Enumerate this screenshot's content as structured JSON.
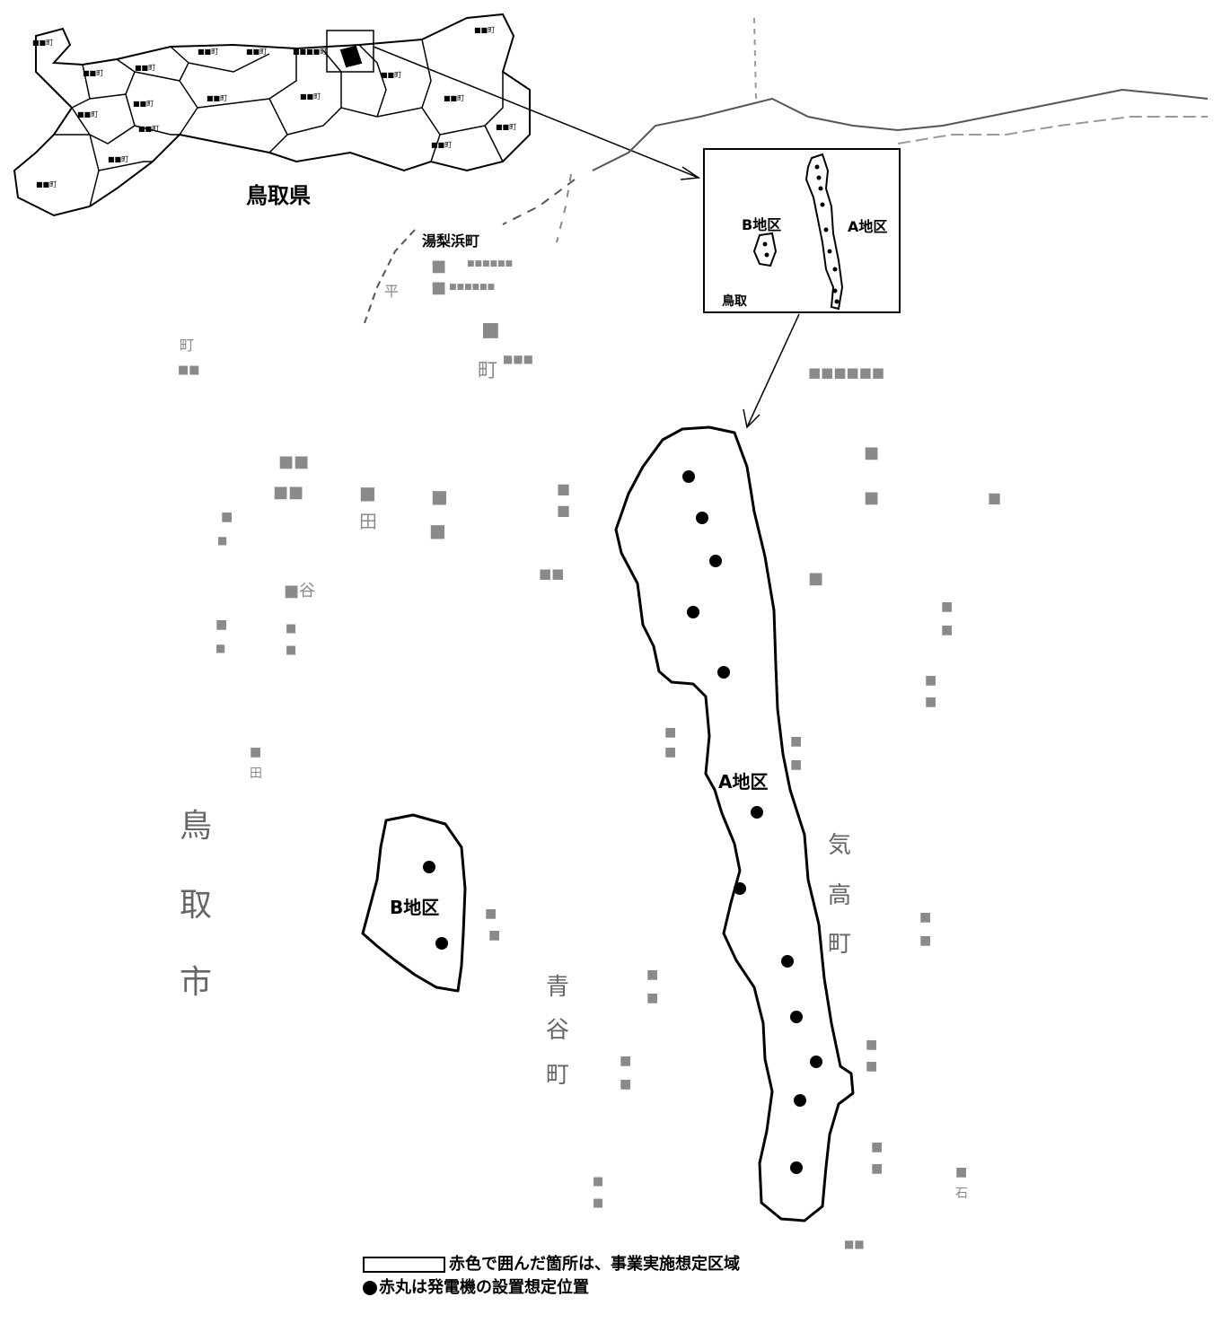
{
  "prefecture_label": "鳥取県",
  "inset_town_label": "湯梨浜町",
  "area_a_label": "A地区",
  "area_b_label": "B地区",
  "inset_place_label": "鳥取",
  "map_labels": {
    "tottori_city": [
      "鳥",
      "取",
      "市"
    ],
    "aoya_town": [
      "青",
      "谷",
      "町"
    ],
    "ketaka_town": [
      "気",
      "高",
      "町"
    ]
  },
  "legend": {
    "area_text": "赤色で囲んだ箇所は、事業実施想定区域",
    "marker_text": "赤丸は発電機の設置想定位置"
  },
  "colors": {
    "outline": "#000000",
    "marker": "#000000",
    "faint_text": "#8a8a8a"
  }
}
